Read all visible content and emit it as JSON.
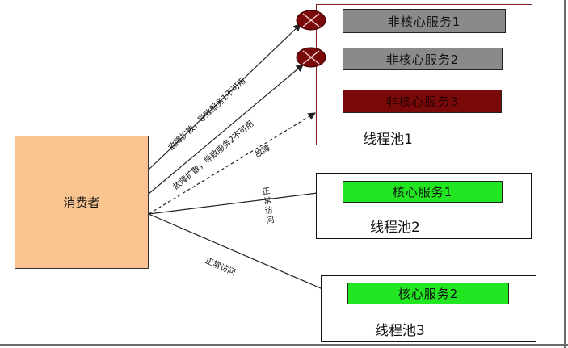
{
  "consumer": {
    "label": "消费者"
  },
  "pools": [
    {
      "label": "线程池1",
      "services": [
        {
          "label": "非核心服务1"
        },
        {
          "label": "非核心服务2"
        },
        {
          "label": "非核心服务3"
        }
      ]
    },
    {
      "label": "线程池2",
      "services": [
        {
          "label": "核心服务1"
        }
      ]
    },
    {
      "label": "线程池3",
      "services": [
        {
          "label": "核心服务2"
        }
      ]
    }
  ],
  "edges": {
    "fail1": "故障扩散，导致服务1不可用",
    "fail2": "故障扩散，导致服务2不可用",
    "fault": "故障",
    "normal1": "正常访问",
    "normal2": "正常访问"
  },
  "colors": {
    "consumer_fill": "#f9c48f",
    "noncore_fill": "#8a8a8a",
    "noncore_fault_fill": "#7a0a0a",
    "core_fill": "#22e622",
    "fault_marker": "#7a0a0a",
    "pool1_border": "#8b1f1f"
  },
  "icons": [
    "fault-x-marker"
  ]
}
